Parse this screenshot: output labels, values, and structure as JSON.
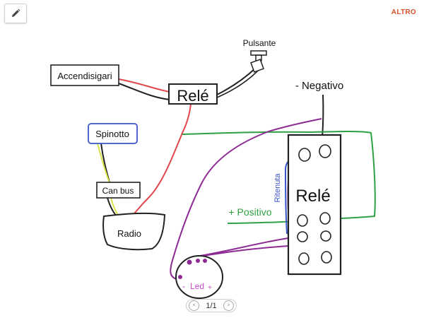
{
  "toolbar": {
    "edit_icon": "pencil-icon",
    "more_label": "ALTRO"
  },
  "diagram": {
    "accendisigari": "Accendisigari",
    "pulsante": "Pulsante",
    "rele_small": "Relé",
    "negativo": "- Negativo",
    "spinotto": "Spinotto",
    "can_bus": "Can bus",
    "radio": "Radio",
    "rele_big": "Relé",
    "ritenuta": "Ritenuta",
    "positivo": "+ Positivo",
    "led": "Led",
    "led_minus": "-",
    "led_plus": "+"
  },
  "pager": {
    "label": "1/1",
    "prev_icon": "chevron-left-icon",
    "next_icon": "chevron-right-icon"
  },
  "colors": {
    "wire_red": "#e0474c",
    "wire_green": "#2fa144",
    "wire_purple": "#8e2a93",
    "wire_blue": "#3a55c8",
    "wire_yellow": "#d7e54a",
    "accent": "#d9532c"
  }
}
